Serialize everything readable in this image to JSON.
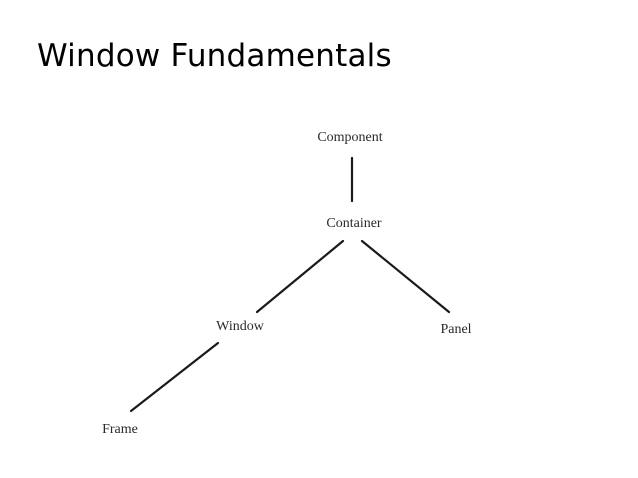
{
  "slide": {
    "title": "Window Fundamentals"
  },
  "hierarchy": {
    "nodes": {
      "component": "Component",
      "container": "Container",
      "window": "Window",
      "panel": "Panel",
      "frame": "Frame"
    }
  }
}
